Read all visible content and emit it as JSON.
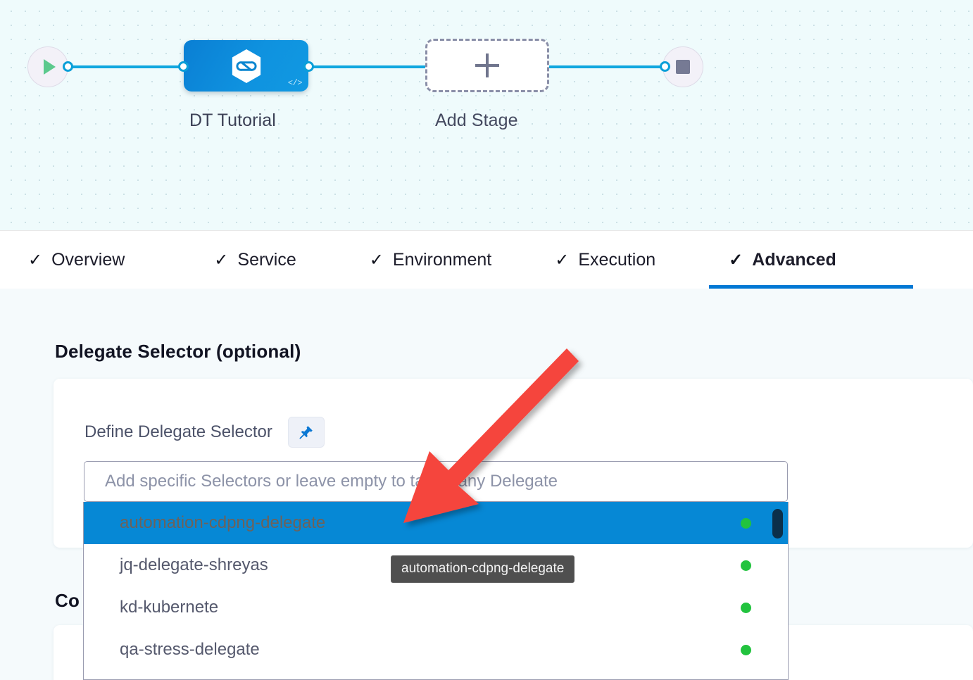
{
  "pipeline": {
    "start_node_icon": "play-icon",
    "end_node_icon": "stop-icon",
    "stages": [
      {
        "label": "DT Tutorial",
        "icon": "harness-cd-hexagon-icon",
        "badge": "</>"
      },
      {
        "label": "Add Stage",
        "icon": "plus-icon"
      }
    ]
  },
  "tabs": [
    {
      "label": "Overview",
      "check": "✓",
      "active": false
    },
    {
      "label": "Service",
      "check": "✓",
      "active": false
    },
    {
      "label": "Environment",
      "check": "✓",
      "active": false
    },
    {
      "label": "Execution",
      "check": "✓",
      "active": false
    },
    {
      "label": "Advanced",
      "check": "✓",
      "active": true
    }
  ],
  "content": {
    "section_title": "Delegate Selector (optional)",
    "section_title_truncated": "Co",
    "field_label": "Define Delegate Selector",
    "pin_icon": "pin-icon",
    "selector_input": {
      "value": "",
      "placeholder": "Add specific Selectors or leave empty to target any Delegate"
    },
    "dropdown": {
      "options": [
        {
          "label": "automation-cdpng-delegate",
          "status": "connected",
          "selected": true
        },
        {
          "label": "jq-delegate-shreyas",
          "status": "connected",
          "selected": false
        },
        {
          "label": "kd-kubernete",
          "status": "connected",
          "selected": false
        },
        {
          "label": "qa-stress-delegate",
          "status": "connected",
          "selected": false
        }
      ],
      "scrollbar": "vertical-scrollbar-thumb"
    },
    "tooltip_text": "automation-cdpng-delegate"
  },
  "colors": {
    "accent_blue": "#0278d4",
    "highlight_blue": "#0688d5",
    "status_green": "#22c33e",
    "annotation_red": "#f5453c",
    "canvas_bg": "#effbfc",
    "content_bg": "#f5fafc",
    "tooltip_bg": "#4f4f4f"
  },
  "annotation": {
    "type": "arrow",
    "color": "#f5453c",
    "points_to": "automation-cdpng-delegate"
  }
}
